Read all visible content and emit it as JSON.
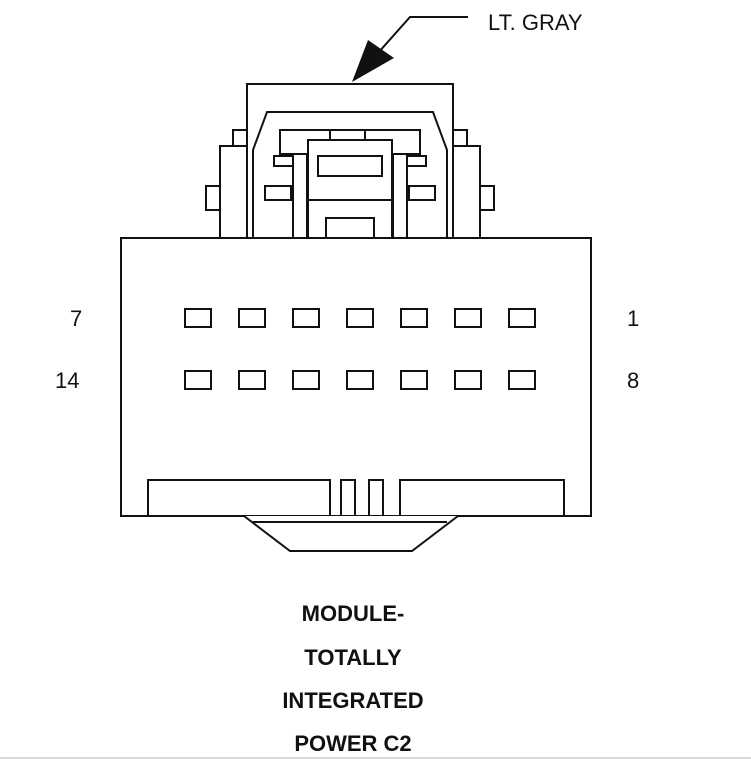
{
  "connector": {
    "color_label": "LT. GRAY",
    "pin_labels": {
      "row1_left": "7",
      "row1_right": "1",
      "row2_left": "14",
      "row2_right": "8"
    },
    "pin_rows": 2,
    "pins_per_row": 7,
    "title_lines": [
      "MODULE-",
      "TOTALLY",
      "INTEGRATED",
      "POWER C2"
    ]
  }
}
